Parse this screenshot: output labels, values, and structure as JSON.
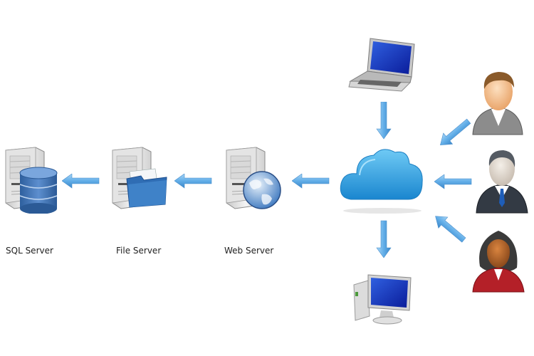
{
  "diagram": {
    "nodes": {
      "sql_server": {
        "label": "SQL Server",
        "icon": "database-server-icon"
      },
      "file_server": {
        "label": "File Server",
        "icon": "folder-server-icon"
      },
      "web_server": {
        "label": "Web Server",
        "icon": "globe-server-icon"
      },
      "cloud": {
        "label": "",
        "icon": "cloud-icon"
      },
      "laptop": {
        "label": "",
        "icon": "laptop-icon"
      },
      "desktop": {
        "label": "",
        "icon": "desktop-computer-icon"
      },
      "user_casual": {
        "label": "",
        "icon": "user-icon"
      },
      "user_business": {
        "label": "",
        "icon": "businessman-icon"
      },
      "user_woman": {
        "label": "",
        "icon": "businesswoman-icon"
      }
    },
    "edges": [
      {
        "from": "cloud",
        "to": "web_server"
      },
      {
        "from": "web_server",
        "to": "file_server"
      },
      {
        "from": "file_server",
        "to": "sql_server"
      },
      {
        "from": "laptop",
        "to": "cloud"
      },
      {
        "from": "desktop",
        "to": "cloud"
      },
      {
        "from": "user_casual",
        "to": "cloud"
      },
      {
        "from": "user_business",
        "to": "cloud"
      },
      {
        "from": "user_woman",
        "to": "cloud"
      }
    ],
    "colors": {
      "arrow": "#6ab0e8",
      "cloud": "#2a9ad8",
      "server": "#d8d8d8",
      "accent_blue": "#2f6db4"
    }
  }
}
